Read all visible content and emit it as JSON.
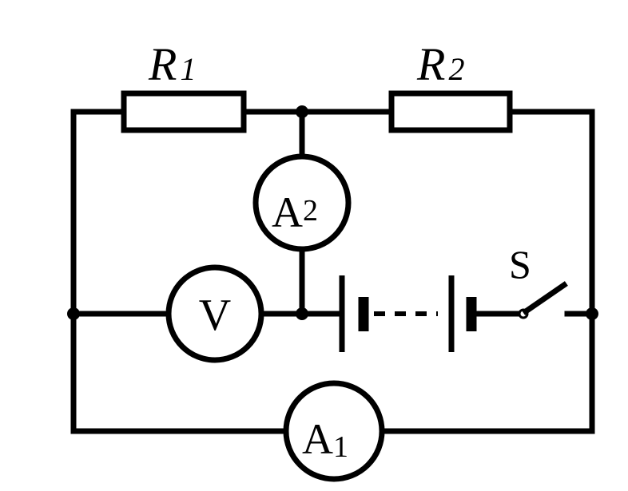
{
  "labels": {
    "r1": {
      "main": "R",
      "sub": "1"
    },
    "r2": {
      "main": "R",
      "sub": "2"
    },
    "a2": {
      "main": "A",
      "sub": "2"
    },
    "a1": {
      "main": "A",
      "sub": "1"
    },
    "v": "V",
    "s": "S"
  },
  "colors": {
    "ink": "#000000",
    "background": "#ffffff"
  }
}
